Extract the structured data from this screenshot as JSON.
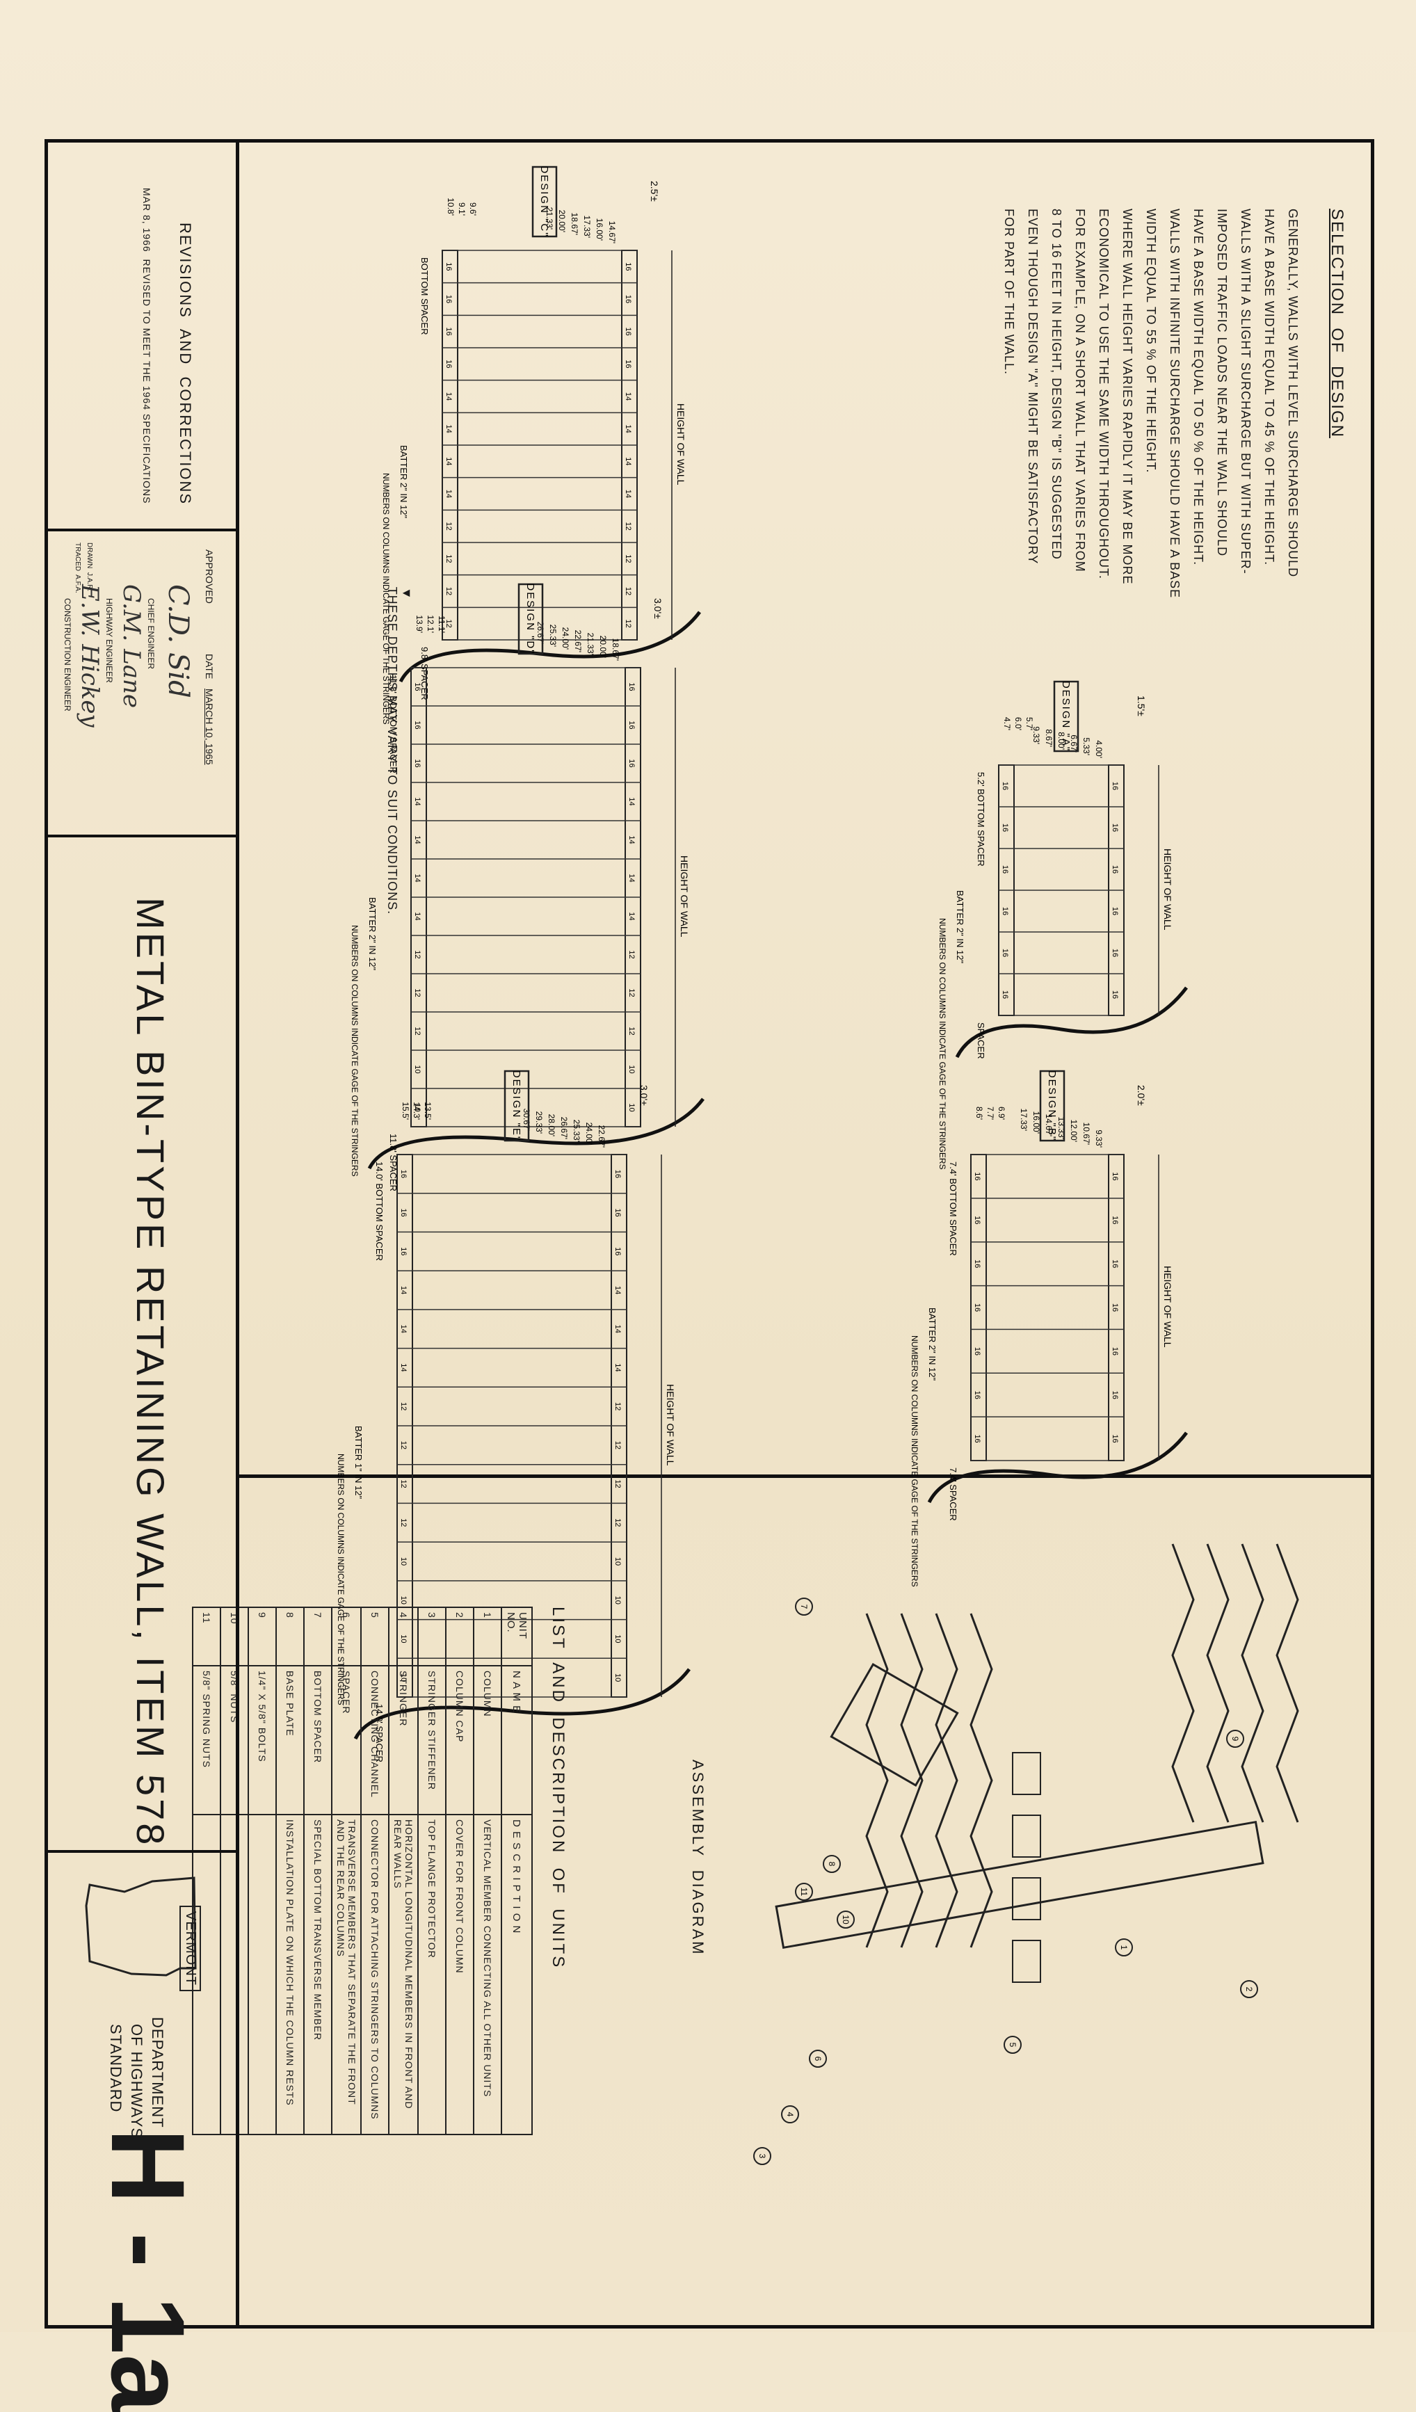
{
  "title": "METAL BIN-TYPE RETAINING WALL, ITEM 578",
  "sheet_number": "H - 1a",
  "department": {
    "state": "VERMONT",
    "line1": "DEPARTMENT",
    "line2": "OF HIGHWAYS",
    "line3": "STANDARD"
  },
  "revisions": {
    "heading": "REVISIONS  AND  CORRECTIONS",
    "entry": "MAR 8, 1966  REVISED TO MEET THE 1964 SPECIFICATIONS"
  },
  "approval": {
    "approved_label": "APPROVED",
    "date_label": "DATE",
    "date_value": "MARCH 10, 1965",
    "drawn": "DRAWN  J.A.R.",
    "traced": "TRACED  A.F.A.",
    "chief_engineer": "CHIEF ENGINEER",
    "highway_engineer": "HIGHWAY ENGINEER",
    "construction_engineer": "CONSTRUCTION ENGINEER",
    "sig1": "C.D. Sid",
    "sig2": "G.M. Lane",
    "sig3": "E.W. Hickey"
  },
  "selection": {
    "heading": "SELECTION  OF  DESIGN",
    "lines": [
      "GENERALLY, WALLS WITH LEVEL SURCHARGE SHOULD",
      "HAVE A BASE WIDTH EQUAL TO 45 % OF THE HEIGHT.",
      "WALLS WITH A SLIGHT SURCHARGE BUT WITH SUPER-",
      "IMPOSED TRAFFIC LOADS NEAR THE WALL SHOULD",
      "HAVE A BASE WIDTH EQUAL TO 50 % OF THE HEIGHT.",
      "WALLS WITH INFINITE SURCHARGE SHOULD HAVE A BASE",
      "WIDTH EQUAL TO 55 % OF THE HEIGHT.",
      "WHERE WALL HEIGHT VARIES RAPIDLY IT MAY BE MORE",
      "ECONOMICAL TO USE THE SAME WIDTH THROUGHOUT.",
      "FOR EXAMPLE, ON A SHORT WALL THAT VARIES FROM",
      "8 TO 16 FEET IN HEIGHT, DESIGN \"B\" IS SUGGESTED",
      "EVEN THOUGH DESIGN \"A\" MIGHT BE SATISFACTORY",
      "FOR PART OF THE WALL."
    ]
  },
  "designs": [
    {
      "label": "DESIGN  \"A\"",
      "spacer": "SPACER",
      "bottom_spacer": "5.2' BOTTOM SPACER",
      "batter": "BATTER 2\" IN 12\"",
      "note": "NUMBERS ON COLUMNS INDICATE GAGE OF THE STRINGERS",
      "depth": "1.5'±",
      "heights": [
        "4.00'",
        "5.33'",
        "6.67'",
        "8.00'",
        "8.67'",
        "9.33'"
      ],
      "bases": [
        "5.7'",
        "6.0'",
        "4.7'"
      ],
      "column_gages": [
        "16",
        "16",
        "16",
        "16",
        "16",
        "16"
      ]
    },
    {
      "label": "DESIGN  \"B\"",
      "spacer": "7.4' SPACER",
      "bottom_spacer": "7.4' BOTTOM SPACER",
      "batter": "BATTER 2\" IN 12\"",
      "note": "NUMBERS ON COLUMNS INDICATE GAGE OF THE STRINGERS",
      "depth": "2.0'±",
      "heights": [
        "9.33'",
        "10.67'",
        "12.00'",
        "13.33'",
        "14.67'",
        "16.00'",
        "17.33'"
      ],
      "bases": [
        "6.9'",
        "7.7'",
        "8.6'"
      ],
      "column_gages": [
        "16",
        "16",
        "16",
        "16",
        "16",
        "16",
        "16"
      ]
    },
    {
      "label": "DESIGN  \"C\"",
      "spacer": "9.8' SPACER",
      "bottom_spacer": "BOTTOM SPACER",
      "batter": "BATTER 2\" IN 12\"",
      "note": "NUMBERS ON COLUMNS INDICATE GAGE OF THE STRINGERS",
      "depth": "2.5'±",
      "heights": [
        "14.67'",
        "16.00'",
        "17.33'",
        "18.67'",
        "20.00'",
        "21.33'"
      ],
      "bases": [
        "9.6'",
        "9.1'",
        "10.8'"
      ],
      "column_gages": [
        "16",
        "16",
        "16",
        "16",
        "14",
        "14",
        "14",
        "14",
        "12",
        "12",
        "12",
        "12"
      ]
    },
    {
      "label": "DESIGN  \"D\"",
      "spacer": "11.8' SPACER",
      "bottom_spacer": "11.8' BOTTOM SPACER",
      "batter": "BATTER 2\" IN 12\"",
      "note": "NUMBERS ON COLUMNS INDICATE GAGE OF THE STRINGERS",
      "depth": "3.0'±",
      "heights": [
        "18.67'",
        "20.00'",
        "21.33'",
        "22.67'",
        "24.00'",
        "25.33'",
        "26.67'"
      ],
      "bases": [
        "11.1'",
        "12.1'",
        "13.9'"
      ],
      "column_gages": [
        "16",
        "16",
        "16",
        "14",
        "14",
        "14",
        "14",
        "12",
        "12",
        "12",
        "10",
        "10"
      ]
    },
    {
      "label": "DESIGN  \"E\"",
      "spacer": "14.0' SPACER",
      "bottom_spacer": "14.0' BOTTOM SPACER",
      "batter": "BATTER 1\" IN 12\"",
      "note": "NUMBERS ON COLUMNS INDICATE GAGE OF THE STRINGERS",
      "depth": "3.0'±",
      "heights": [
        "22.67'",
        "24.00'",
        "25.33'",
        "26.67'",
        "28.00'",
        "29.33'",
        "30.67'"
      ],
      "bases": [
        "13.5'",
        "14.3'",
        "15.5'"
      ],
      "column_gages": [
        "16",
        "16",
        "16",
        "14",
        "14",
        "14",
        "12",
        "12",
        "12",
        "12",
        "10",
        "10",
        "10",
        "10"
      ]
    }
  ],
  "height_of_wall": "HEIGHT  OF  WALL",
  "depth_note": "THESE DEPTHS MAY VARY TO SUIT CONDITIONS.",
  "assembly": {
    "heading": "ASSEMBLY  DIAGRAM",
    "callouts": [
      "1",
      "2",
      "3",
      "4",
      "5",
      "6",
      "7",
      "8",
      "9",
      "10",
      "11"
    ]
  },
  "units_table": {
    "heading": "LIST  AND  DESCRIPTION  OF  UNITS",
    "headers": [
      "UNIT NO.",
      "N A M E",
      "D E S C R I P T I O N"
    ],
    "rows": [
      [
        "1",
        "COLUMN",
        "VERTICAL MEMBER CONNECTING ALL OTHER UNITS"
      ],
      [
        "2",
        "COLUMN CAP",
        "COVER FOR FRONT COLUMN"
      ],
      [
        "3",
        "STRINGER STIFFENER",
        "TOP FLANGE PROTECTOR"
      ],
      [
        "4",
        "STRINGER",
        "HORIZONTAL LONGITUDINAL MEMBERS IN FRONT AND REAR WALLS"
      ],
      [
        "5",
        "CONNECTING CHANNEL",
        "CONNECTOR FOR ATTACHING STRINGERS TO COLUMNS"
      ],
      [
        "6",
        "SPACER",
        "TRANSVERSE MEMBERS THAT SEPARATE THE FRONT AND THE REAR COLUMNS"
      ],
      [
        "7",
        "BOTTOM SPACER",
        "SPECIAL BOTTOM TRANSVERSE MEMBER"
      ],
      [
        "8",
        "BASE PLATE",
        "INSTALLATION PLATE ON WHICH THE COLUMN RESTS"
      ],
      [
        "9",
        "1/4\" X 5/8\" BOLTS",
        ""
      ],
      [
        "10",
        "5/8\" NUTS",
        ""
      ],
      [
        "11",
        "5/8\" SPRING NUTS",
        ""
      ]
    ]
  }
}
